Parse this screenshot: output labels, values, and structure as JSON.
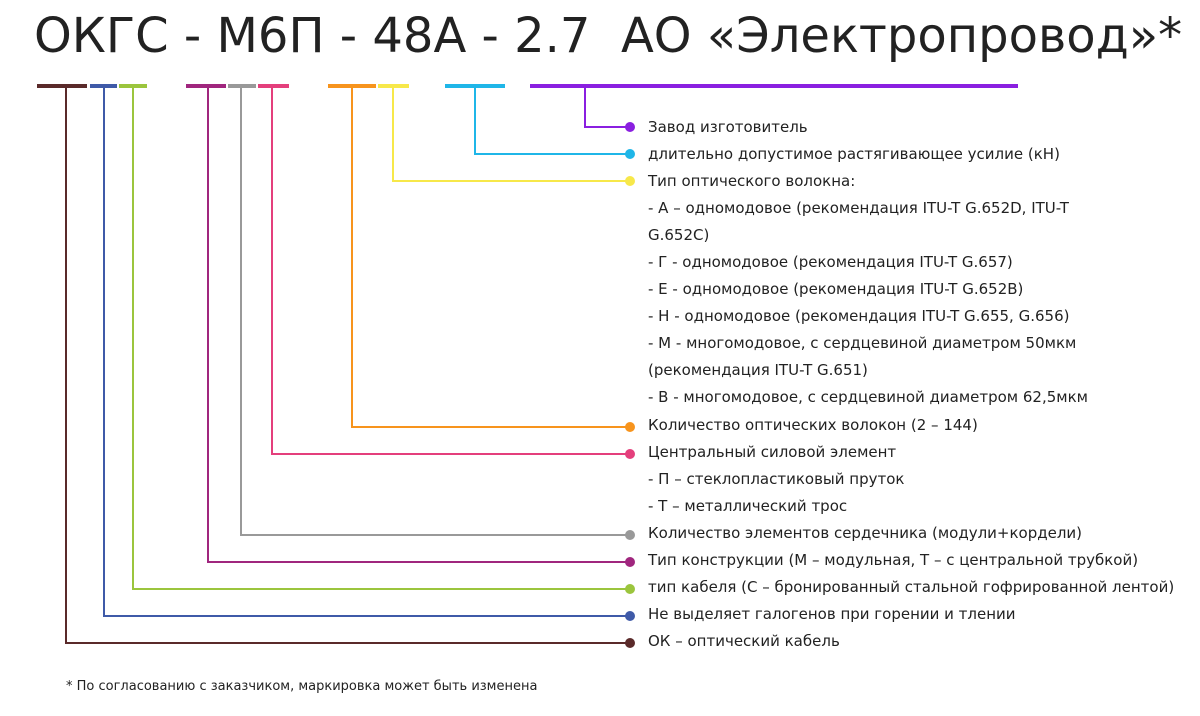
{
  "header": {
    "code": "ОКГС - М6П - 48А - 2.7  АО «Электропровод»",
    "asterisk": "*"
  },
  "segments": [
    {
      "id": "ok",
      "color": "#5a2a2a"
    },
    {
      "id": "halogen",
      "color": "#3f5aa8"
    },
    {
      "id": "cable_type",
      "color": "#9bc53d"
    },
    {
      "id": "construction",
      "color": "#a0267e"
    },
    {
      "id": "core_count",
      "color": "#999999"
    },
    {
      "id": "central",
      "color": "#e43f7c"
    },
    {
      "id": "fiber_count",
      "color": "#f7941d"
    },
    {
      "id": "fiber_type",
      "color": "#f7e84a"
    },
    {
      "id": "tension",
      "color": "#1fb6e8"
    },
    {
      "id": "factory",
      "color": "#8a1fe0"
    }
  ],
  "items": [
    {
      "text": "Завод изготовитель",
      "color": "#8a1fe0"
    },
    {
      "text": "длительно допустимое растягивающее усилие (кН)",
      "color": "#1fb6e8"
    },
    {
      "text": "Тип оптического волокна:",
      "color": "#f7e84a",
      "sub": [
        "- А – одномодовое (рекомендация ITU-T G.652D, ITU-T",
        " G.652C)",
        "- Г - одномодовое (рекомендация ITU-T G.657)",
        "- Е - одномодовое (рекомендация ITU-T G.652B)",
        "- Н - одномодовое (рекомендация ITU-T G.655, G.656)",
        "- М - многомодовое, с сердцевиной диаметром 50мкм",
        "(рекомендация ITU-T G.651)",
        "- В - многомодовое, с сердцевиной диаметром 62,5мкм"
      ]
    },
    {
      "text": "Количество оптических волокон (2 – 144)",
      "color": "#f7941d"
    },
    {
      "text": "Центральный силовой элемент",
      "color": "#e43f7c",
      "sub": [
        "- П – стеклопластиковый пруток",
        "- Т – металлический трос"
      ]
    },
    {
      "text": "Количество элементов сердечника (модули+кордели)",
      "color": "#999999"
    },
    {
      "text": "Тип конструкции (М – модульная, Т – с центральной трубкой)",
      "color": "#a0267e"
    },
    {
      "text": "тип кабеля (С – бронированный стальной гофрированной лентой)",
      "color": "#9bc53d"
    },
    {
      "text": "Не выделяет галогенов при горении и тлении",
      "color": "#3f5aa8"
    },
    {
      "text": "ОК – оптический кабель",
      "color": "#5a2a2a"
    }
  ],
  "footnote": "* По согласованию с заказчиком, маркировка может быть изменена"
}
